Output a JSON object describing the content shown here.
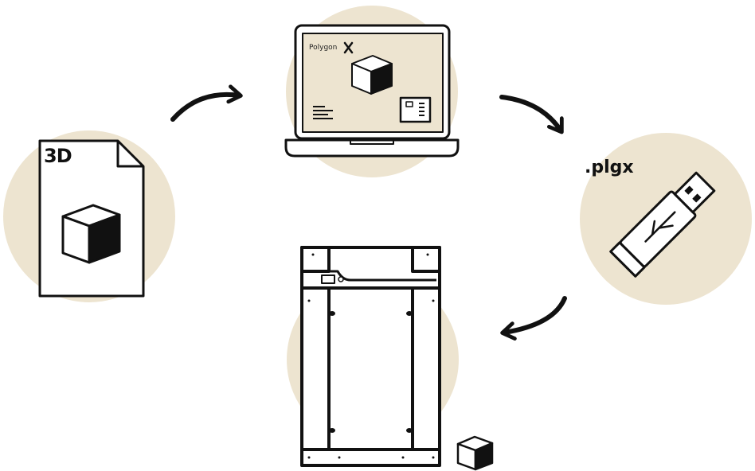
{
  "colors": {
    "disc": "#ede4d0",
    "stroke": "#111111",
    "fill": "#ffffff",
    "shade": "#111111"
  },
  "steps": {
    "file": {
      "label": "3D",
      "icon": "3d-file-icon"
    },
    "laptop": {
      "logo_text": "Polygon",
      "icon": "laptop-icon"
    },
    "usb": {
      "label": ".plgx",
      "icon": "usb-drive-icon"
    },
    "printer": {
      "icon": "3d-printer-icon"
    }
  }
}
